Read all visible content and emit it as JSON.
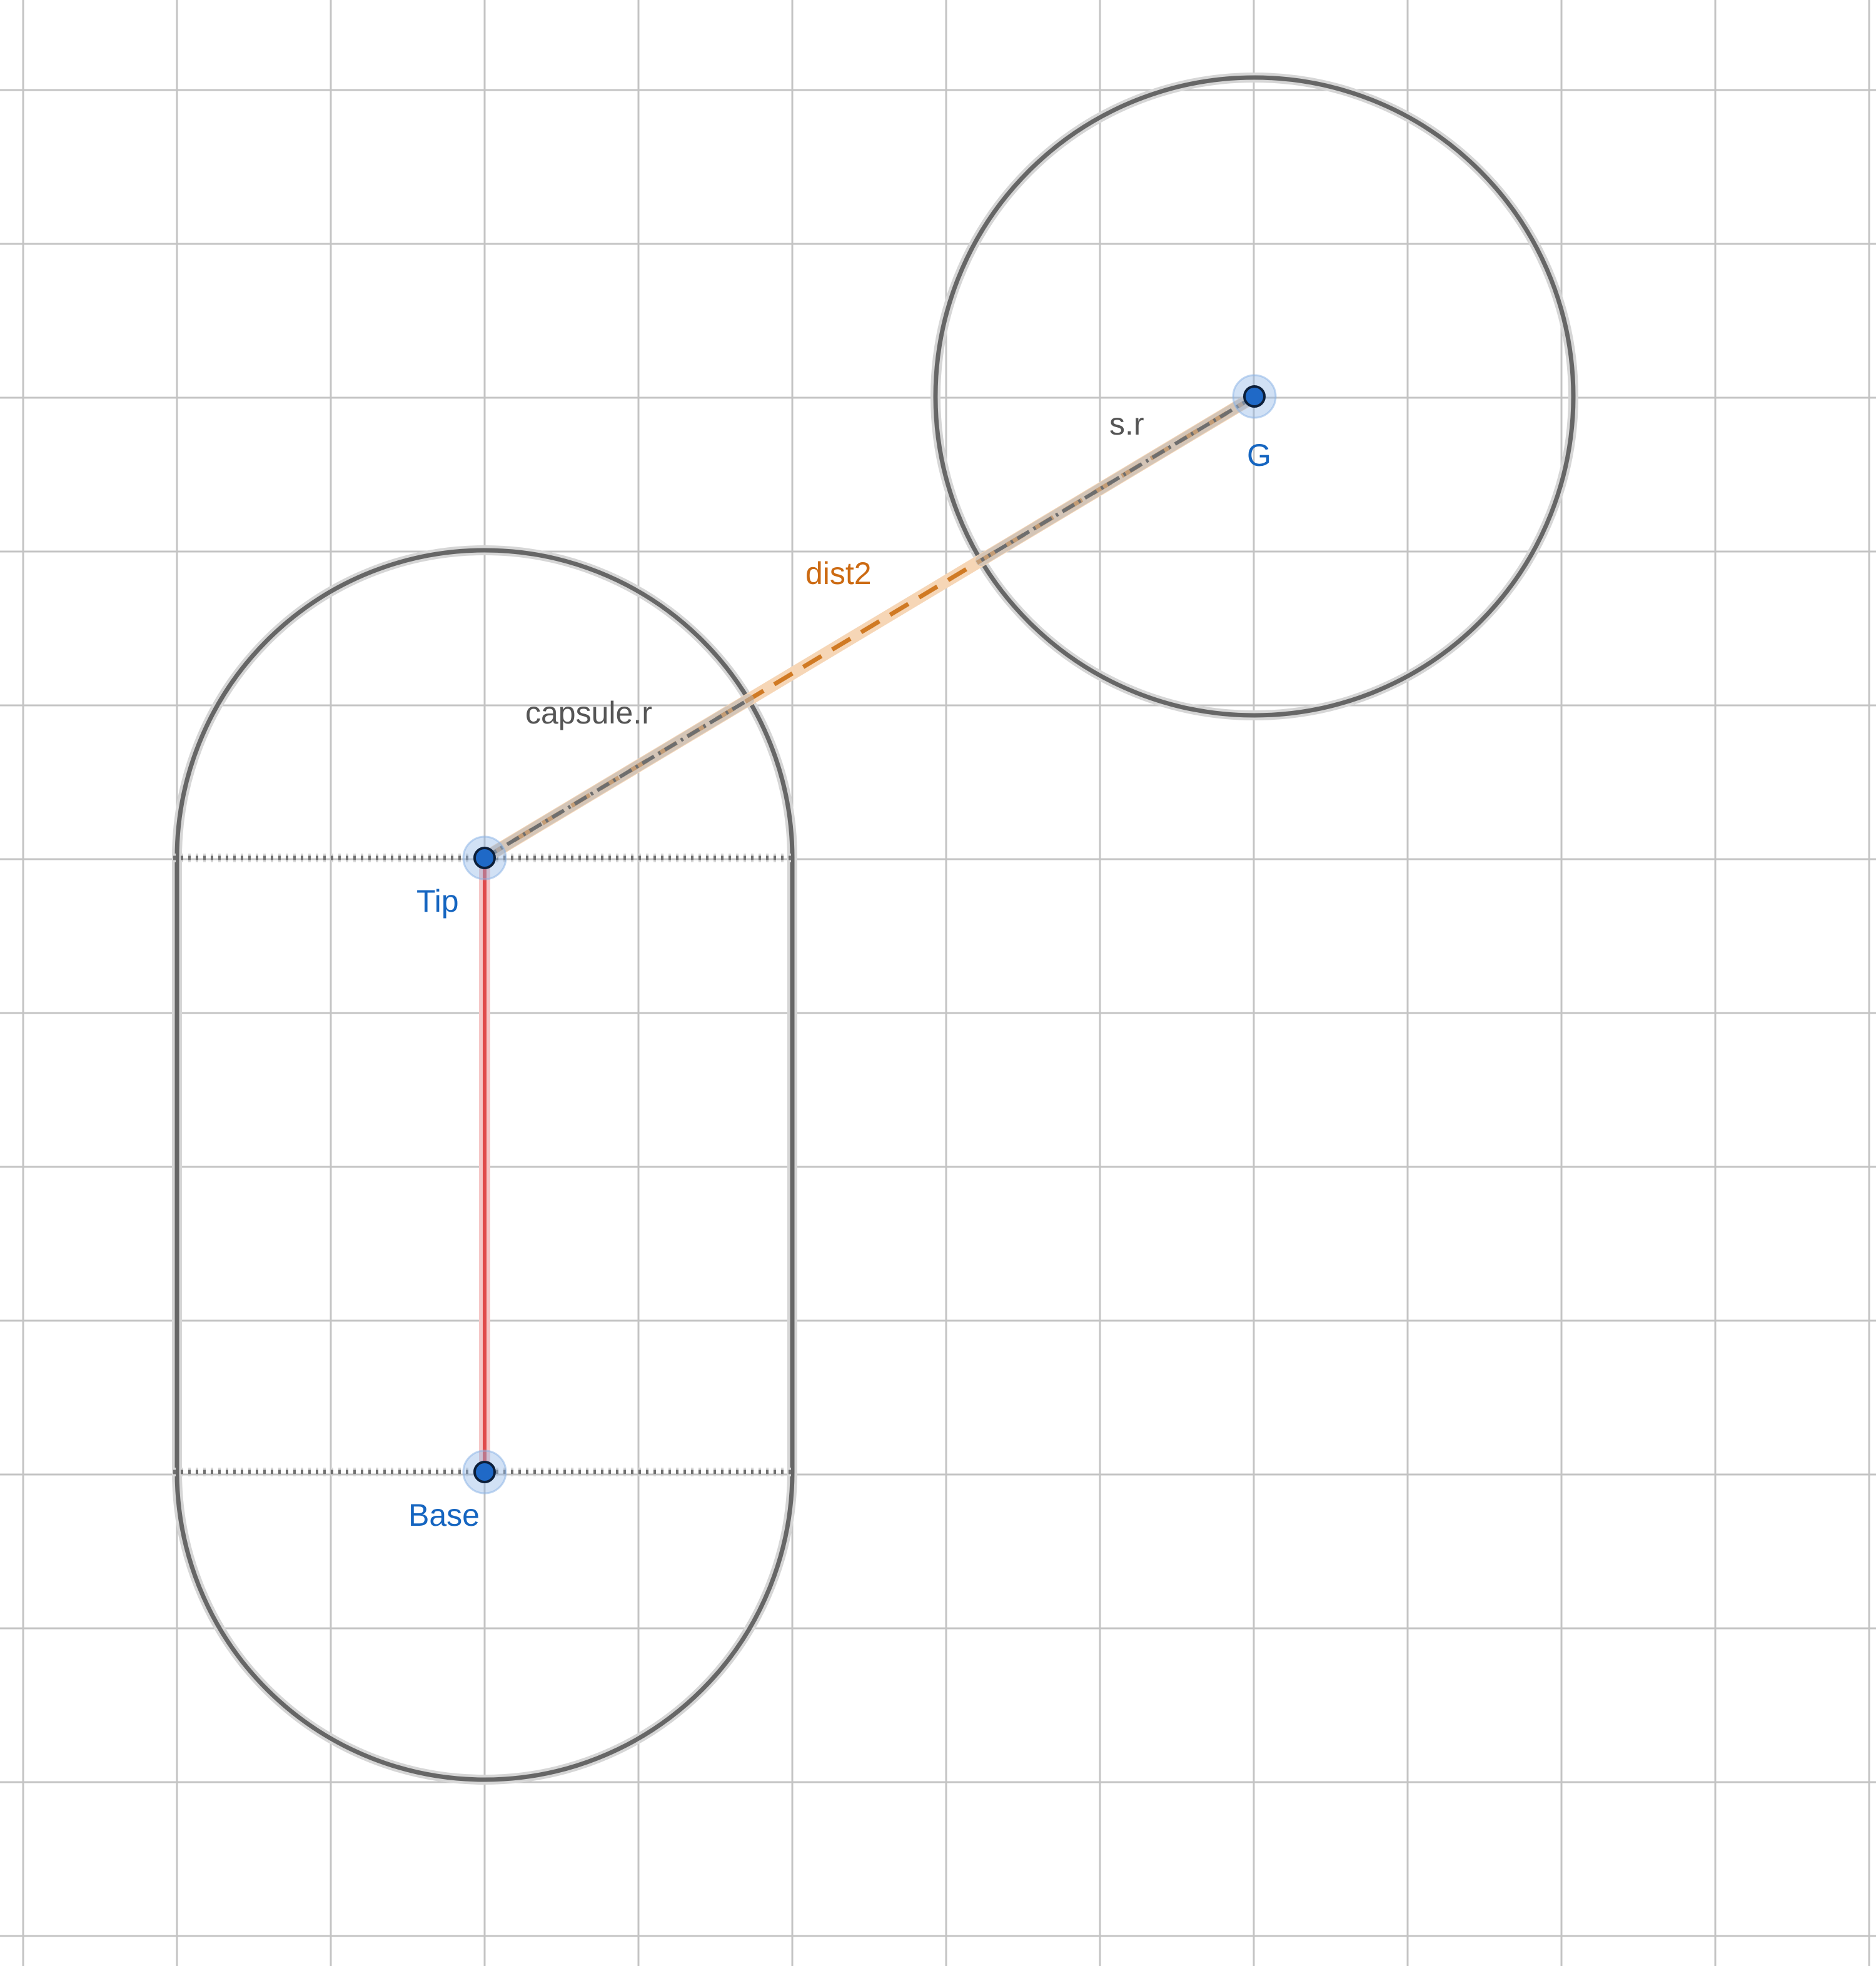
{
  "labels": {
    "point_tip": "Tip",
    "point_base": "Base",
    "point_g": "G",
    "distance": "dist2",
    "capsule_radius": "capsule.r",
    "sphere_radius": "s.r"
  },
  "colors": {
    "grid": "#c4c4c4",
    "shape": "#666666",
    "point": "#1f69c7",
    "point_label": "#1565c0",
    "segment": "#e04a4a",
    "distance": "#d07a24",
    "radius_label": "#555555"
  }
}
